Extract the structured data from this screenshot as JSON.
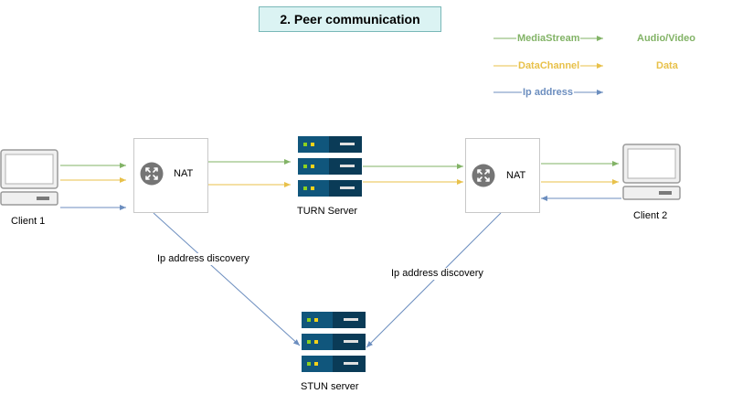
{
  "title": "2.  Peer communication",
  "legend": [
    {
      "label": "MediaStream",
      "meaning": "Audio/Video",
      "color": "#82b366"
    },
    {
      "label": "DataChannel",
      "meaning": "Data",
      "color": "#e8c14a"
    },
    {
      "label": "Ip address",
      "meaning": "",
      "color": "#6c8ebf"
    }
  ],
  "nodes": {
    "client1": "Client 1",
    "client2": "Client 2",
    "nat1": "NAT",
    "nat2": "NAT",
    "turn": "TURN Server",
    "stun": "STUN server"
  },
  "edge_labels": {
    "discovery_left": "Ip address discovery",
    "discovery_right": "Ip address discovery"
  },
  "icons": {
    "client": "laptop-icon",
    "nat": "router-icon",
    "server": "server-rack-icon"
  }
}
